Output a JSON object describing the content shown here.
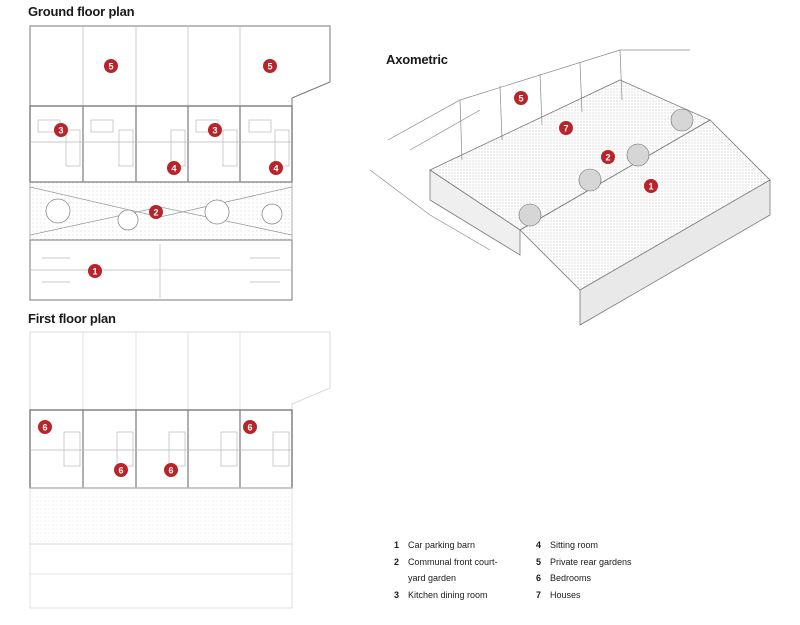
{
  "titles": {
    "ground": "Ground floor plan",
    "first": "First floor plan",
    "axo": "Axometric"
  },
  "badges": {
    "one": "1",
    "two": "2",
    "three": "3",
    "four": "4",
    "five": "5",
    "six": "6",
    "seven": "7"
  },
  "legend": {
    "item1": {
      "num": "1",
      "label": "Car parking barn"
    },
    "item2": {
      "num": "2",
      "label": "Communal front court-"
    },
    "item2b": "yard garden",
    "item3": {
      "num": "3",
      "label": "Kitchen dining room"
    },
    "item4": {
      "num": "4",
      "label": "Sitting room"
    },
    "item5": {
      "num": "5",
      "label": "Private rear gardens"
    },
    "item6": {
      "num": "6",
      "label": "Bedrooms"
    },
    "item7": {
      "num": "7",
      "label": "Houses"
    }
  },
  "colors": {
    "badge": "#b8242a",
    "line": "#7a7a7a",
    "hatch": "#cfcfcf"
  }
}
